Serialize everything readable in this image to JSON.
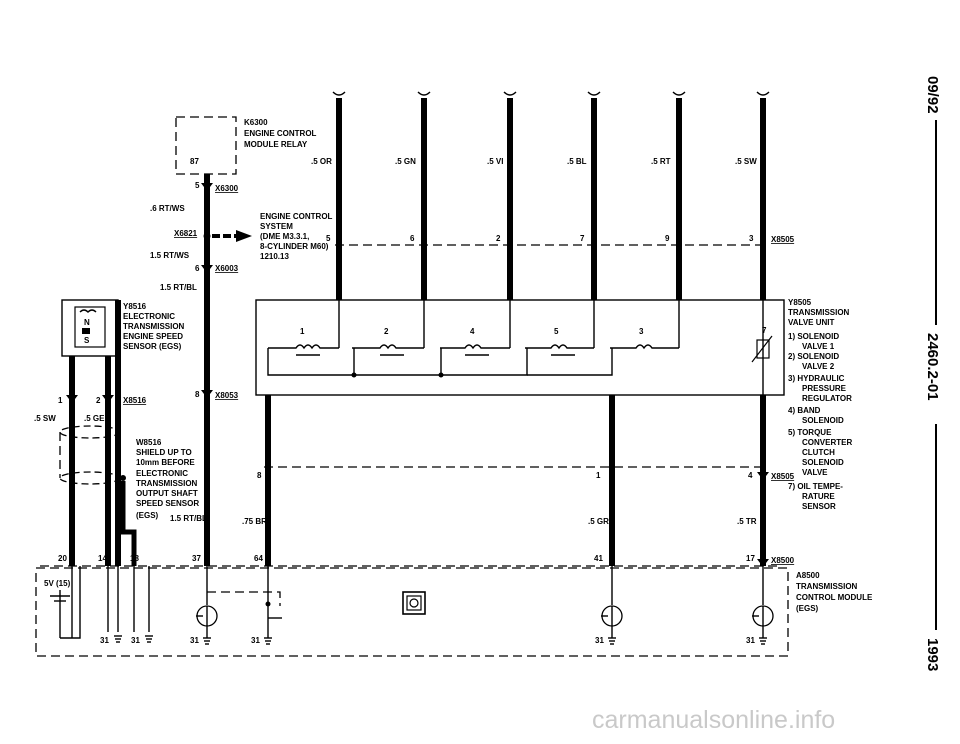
{
  "relay": {
    "code": "K6300",
    "line1": "ENGINE CONTROL",
    "line2": "MODULE RELAY",
    "pin": "87"
  },
  "conn_x6300": {
    "code": "X6300",
    "pin": "5"
  },
  "wire_6rtws": ".6 RT/WS",
  "conn_x6821": "X6821",
  "wire_15rtws": "1.5 RT/WS",
  "conn_x6003": {
    "code": "X6003",
    "pin": "6"
  },
  "wire_15rtbl": "1.5 RT/BL",
  "ecs": {
    "line1": "ENGINE CONTROL",
    "line2": "SYSTEM",
    "line3": "(DME M3.3.1,",
    "line4": "8-CYLINDER M60)",
    "line5": "1210.13"
  },
  "top_wires": [
    ".5 OR",
    ".5 GN",
    ".5 VI",
    ".5 BL",
    ".5 RT",
    ".5 SW"
  ],
  "x8505_top_pins": [
    "5",
    "6",
    "2",
    "7",
    "9",
    "3"
  ],
  "conn_x8505": "X8505",
  "sensor": {
    "code": "Y8516",
    "line1": "ELECTRONIC",
    "line2": "TRANSMISSION",
    "line3": "ENGINE SPEED",
    "line4": "SENSOR (EGS)",
    "n": "N",
    "s": "S"
  },
  "conn_x8516": {
    "code": "X8516",
    "pin1": "1",
    "pin2": "2"
  },
  "sensor_wires": [
    ".5 SW",
    ".5 GE"
  ],
  "conn_x8053": {
    "code": "X8053",
    "pin": "8"
  },
  "shield": {
    "code": "W8516",
    "line1": "SHIELD UP TO",
    "line2": "10mm BEFORE",
    "line3": "ELECTRONIC",
    "line4": "TRANSMISSION",
    "line5": "OUTPUT SHAFT",
    "line6": "SPEED SENSOR",
    "line7": "(EGS)",
    "wire": "1.5 RT/BL"
  },
  "valve_unit": {
    "code": "Y8505",
    "l1": "TRANSMISSION",
    "l2": "VALVE UNIT",
    "items": [
      "1)  SOLENOID",
      "VALVE 1",
      "2)  SOLENOID",
      "VALVE 2",
      "3)  HYDRAULIC",
      "PRESSURE",
      "REGULATOR",
      "4)  BAND",
      "SOLENOID",
      "5)  TORQUE",
      "CONVERTER",
      "CLUTCH",
      "SOLENOID",
      "VALVE",
      "7)  OIL TEMPE-",
      "RATURE",
      "SENSOR"
    ],
    "numbers": [
      "1",
      "2",
      "4",
      "5",
      "3",
      "7"
    ]
  },
  "x8505_bottom_pins": [
    "8",
    "1",
    "4"
  ],
  "conn_x8505_b": "X8505",
  "bottom_wires": [
    ".75 BR",
    ".5 GR",
    ".5 TR"
  ],
  "x8500_pins": [
    "20",
    "14",
    "18",
    "37",
    "64",
    "41",
    "17"
  ],
  "conn_x8500": "X8500",
  "module": {
    "code": "A8500",
    "line1": "TRANSMISSION",
    "line2": "CONTROL MODULE",
    "line3": "(EGS)",
    "supply": "5V (15)"
  },
  "grounds": [
    "31",
    "31",
    "31",
    "31",
    "31",
    "31"
  ],
  "side": {
    "date": "09/92",
    "doc": "2460.2-01",
    "year": "1993"
  },
  "watermark": "carmanualsonline.info"
}
